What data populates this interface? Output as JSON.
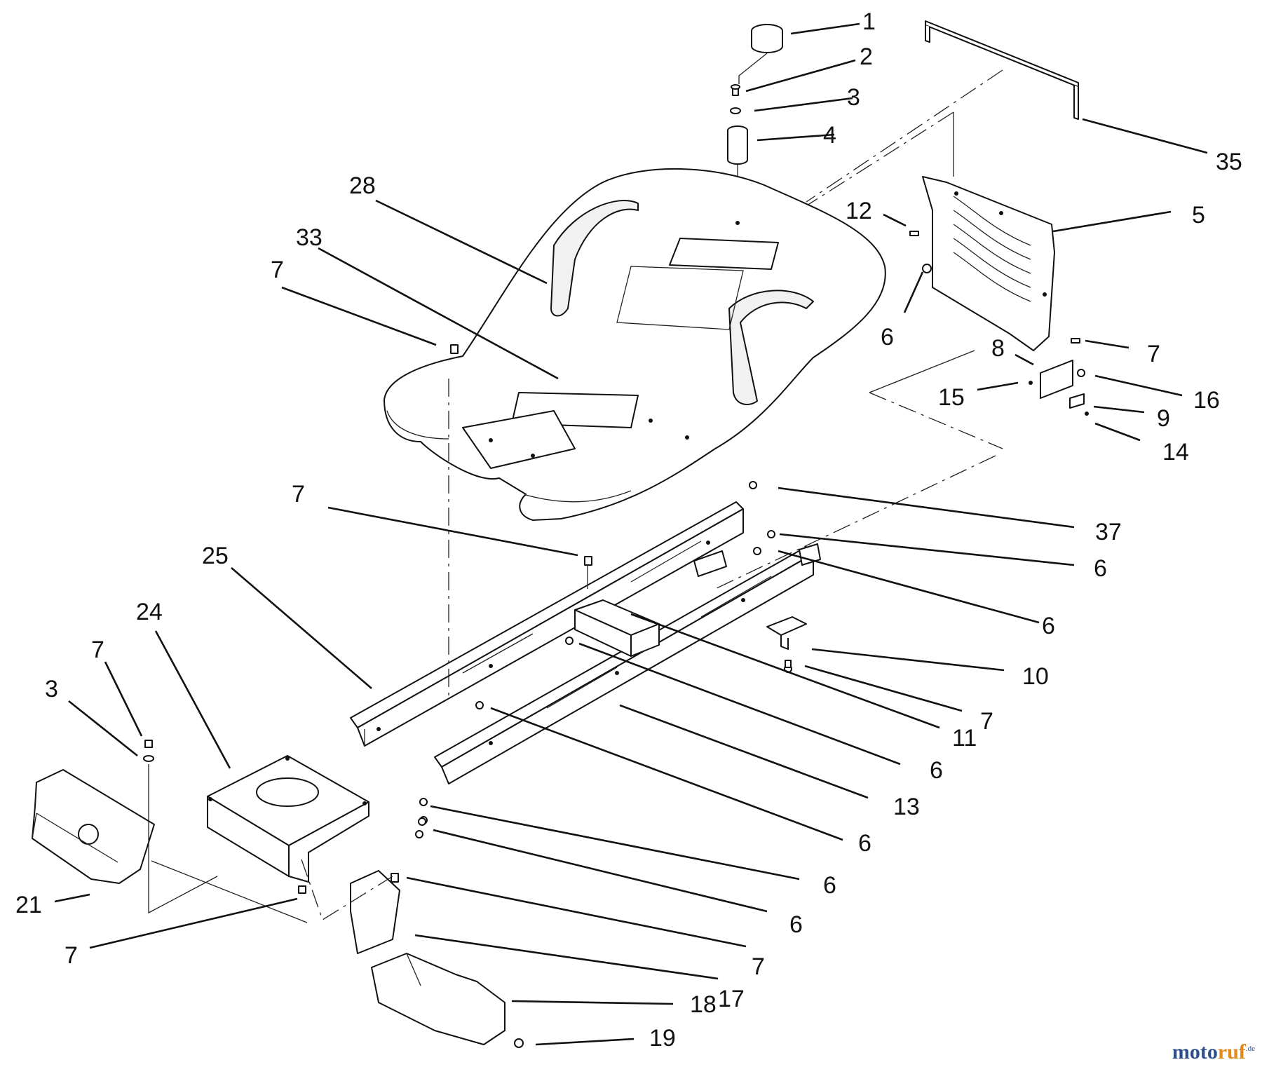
{
  "callouts": [
    {
      "id": "c1",
      "text": "1"
    },
    {
      "id": "c2",
      "text": "2"
    },
    {
      "id": "c3",
      "text": "3"
    },
    {
      "id": "c4",
      "text": "4"
    },
    {
      "id": "c35",
      "text": "35"
    },
    {
      "id": "c5",
      "text": "5"
    },
    {
      "id": "c12",
      "text": "12"
    },
    {
      "id": "c6a",
      "text": "6"
    },
    {
      "id": "c7a",
      "text": "7"
    },
    {
      "id": "c8",
      "text": "8"
    },
    {
      "id": "c15",
      "text": "15"
    },
    {
      "id": "c16",
      "text": "16"
    },
    {
      "id": "c9",
      "text": "9"
    },
    {
      "id": "c14",
      "text": "14"
    },
    {
      "id": "c28",
      "text": "28"
    },
    {
      "id": "c33",
      "text": "33"
    },
    {
      "id": "c7b",
      "text": "7"
    },
    {
      "id": "c7c",
      "text": "7"
    },
    {
      "id": "c37",
      "text": "37"
    },
    {
      "id": "c6b",
      "text": "6"
    },
    {
      "id": "c25",
      "text": "25"
    },
    {
      "id": "c6c",
      "text": "6"
    },
    {
      "id": "c24",
      "text": "24"
    },
    {
      "id": "c10",
      "text": "10"
    },
    {
      "id": "c7d",
      "text": "7"
    },
    {
      "id": "c7e",
      "text": "7"
    },
    {
      "id": "c11",
      "text": "11"
    },
    {
      "id": "c3b",
      "text": "3"
    },
    {
      "id": "c6d",
      "text": "6"
    },
    {
      "id": "c13",
      "text": "13"
    },
    {
      "id": "c6e",
      "text": "6"
    },
    {
      "id": "c21",
      "text": "21"
    },
    {
      "id": "c6f",
      "text": "6"
    },
    {
      "id": "c6g",
      "text": "6"
    },
    {
      "id": "c7f",
      "text": "7"
    },
    {
      "id": "c7g",
      "text": "7"
    },
    {
      "id": "c17",
      "text": "17"
    },
    {
      "id": "c18",
      "text": "18"
    },
    {
      "id": "c19",
      "text": "19"
    }
  ],
  "watermark": {
    "part_a": "moto",
    "part_b": "ruf",
    "part_c": ".de"
  }
}
